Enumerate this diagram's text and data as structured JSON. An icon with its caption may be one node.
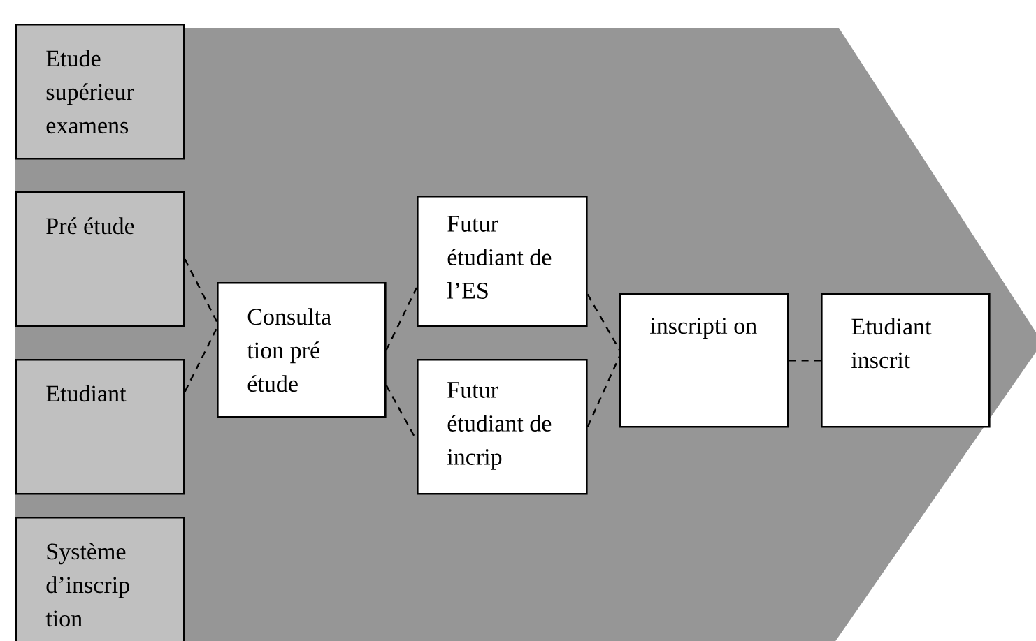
{
  "diagram": {
    "nodes": [
      {
        "text": [
          "Etude supérieur examens"
        ]
      },
      {
        "text": [
          "Pré étude"
        ]
      },
      {
        "text": [
          "Etudiant"
        ]
      },
      {
        "text": [
          "Système d’inscrip tion"
        ]
      },
      {
        "text": [
          "Consulta tion pré étude"
        ]
      },
      {
        "text": [
          "Futur étudiant de l’ES"
        ]
      },
      {
        "text": [
          "Futur étudiant de incrip"
        ]
      },
      {
        "text": [
          "inscripti on"
        ]
      },
      {
        "text": [
          "Etudiant inscrit"
        ]
      }
    ],
    "edges": [
      {
        "from": 1,
        "to": 4,
        "arrow": "none",
        "style": "dashed"
      },
      {
        "from": 2,
        "to": 4,
        "arrow": "none",
        "style": "dashed"
      },
      {
        "from": 4,
        "to": 5,
        "arrow": "none",
        "style": "dashed"
      },
      {
        "from": 4,
        "to": 6,
        "arrow": "none",
        "style": "dashed"
      },
      {
        "from": 5,
        "to": 7,
        "arrow": "none",
        "style": "dashed"
      },
      {
        "from": 6,
        "to": 7,
        "arrow": "none",
        "style": "dashed"
      },
      {
        "from": 7,
        "to": 8,
        "arrow": "none",
        "style": "dashed"
      }
    ]
  }
}
